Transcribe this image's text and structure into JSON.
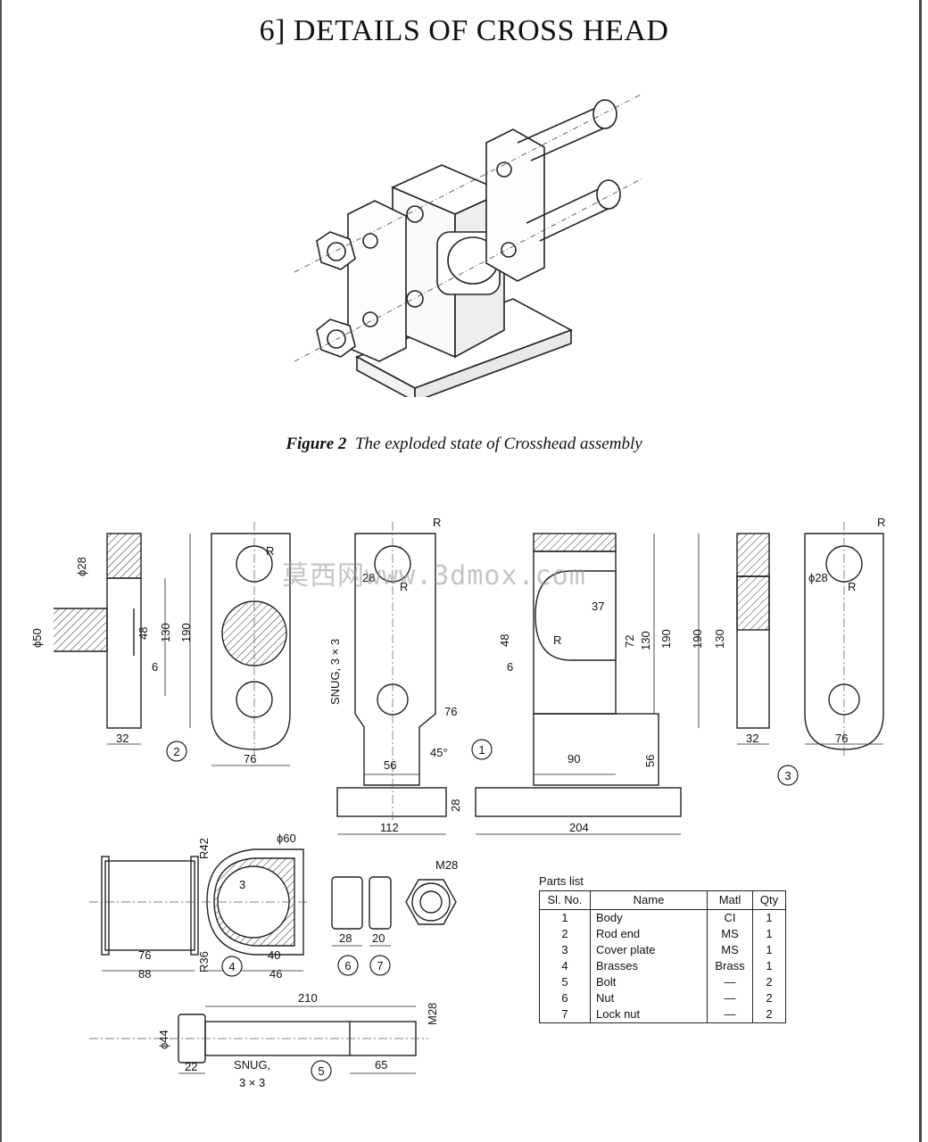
{
  "title": "6] DETAILS OF CROSS HEAD",
  "caption": {
    "fig": "Figure 2",
    "text": "The exploded state of Crosshead assembly"
  },
  "watermark": "莫西网www.3dmox.com",
  "labels": {
    "part1": "1",
    "part2": "2",
    "part3": "3",
    "part4": "4",
    "part5": "5",
    "part6": "6",
    "part7": "7",
    "d_phi28": "ϕ28",
    "d_phi50": "ϕ50",
    "d_48": "48",
    "d_130": "130",
    "d_190": "190",
    "d_6": "6",
    "d_32": "32",
    "d_76": "76",
    "snug": "SNUG, 3 × 3",
    "R": "R",
    "d_28": "28",
    "d_45": "45°",
    "d_56": "56",
    "d_112": "112",
    "d_37": "37",
    "d_72": "72",
    "d_90": "90",
    "d_204": "204",
    "d_phi60": "ϕ60",
    "d_R42": "R42",
    "d_R36": "R36",
    "d_3": "3",
    "d_40": "40",
    "d_46": "46",
    "d_88": "88",
    "d_20": "20",
    "d_M28": "M28",
    "d_210": "210",
    "d_phi44": "ϕ44",
    "d_22": "22",
    "snug2a": "SNUG,",
    "snug2b": "3 × 3",
    "d_65": "65"
  },
  "parts_list": {
    "title": "Parts list",
    "headers": [
      "Sl. No.",
      "Name",
      "Matl",
      "Qty"
    ],
    "rows": [
      [
        "1",
        "Body",
        "CI",
        "1"
      ],
      [
        "2",
        "Rod end",
        "MS",
        "1"
      ],
      [
        "3",
        "Cover plate",
        "MS",
        "1"
      ],
      [
        "4",
        "Brasses",
        "Brass",
        "1"
      ],
      [
        "5",
        "Bolt",
        "—",
        "2"
      ],
      [
        "6",
        "Nut",
        "—",
        "2"
      ],
      [
        "7",
        "Lock nut",
        "—",
        "2"
      ]
    ]
  }
}
